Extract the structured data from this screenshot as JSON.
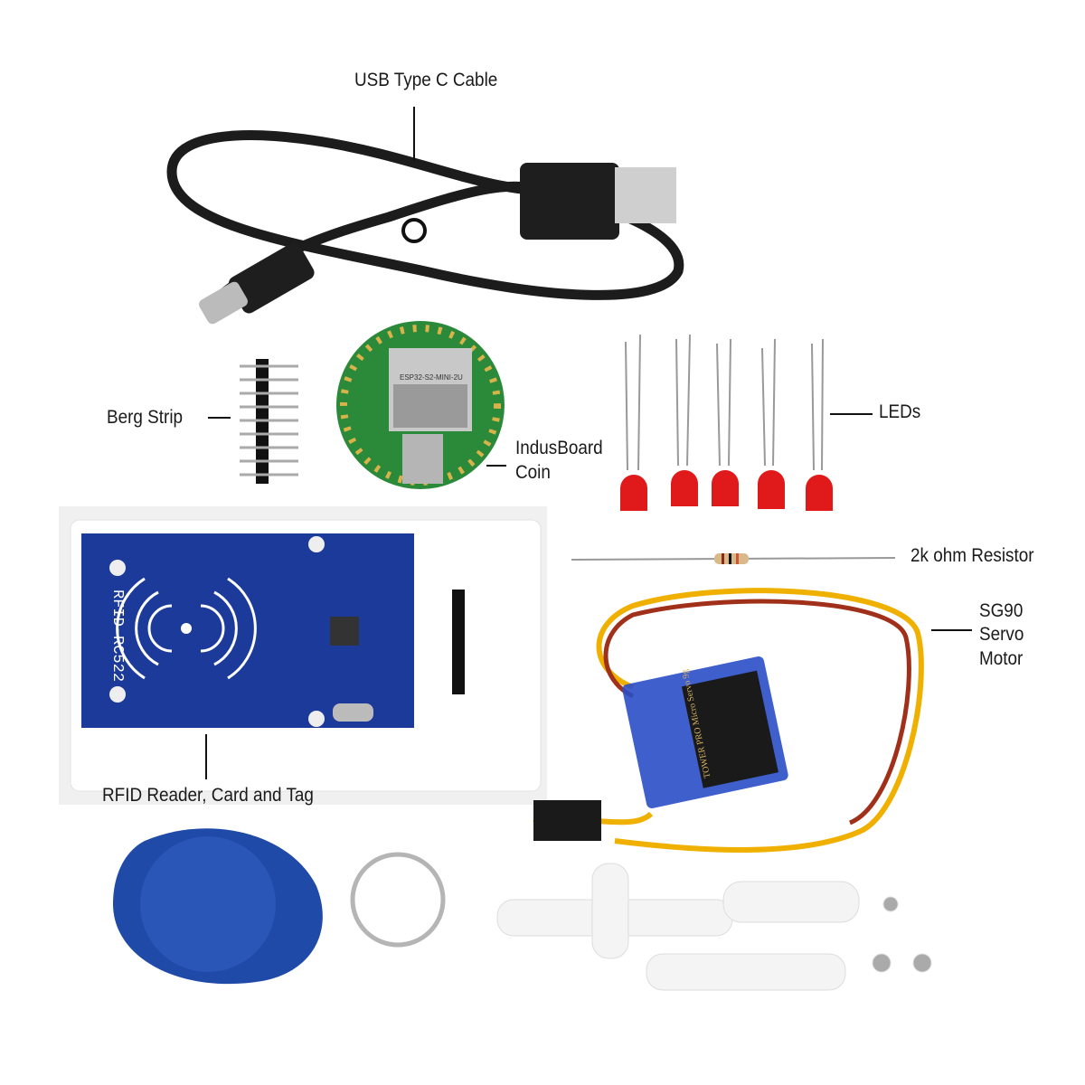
{
  "labels": {
    "usb_cable": "USB Type C Cable",
    "berg_strip": "Berg Strip",
    "indusboard_line1": "IndusBoard",
    "indusboard_line2": "Coin",
    "leds": "LEDs",
    "resistor": "2k ohm Resistor",
    "servo_line1": "SG90",
    "servo_line2": "Servo",
    "servo_line3": "Motor",
    "rfid": "RFID Reader, Card and Tag"
  },
  "markings": {
    "rfid_board": "RFID-RC522",
    "chip": "ESP32-S2-MINI-2U",
    "servo": "TOWER PRO Micro Servo 9g"
  },
  "colors": {
    "cable": "#1c1c1c",
    "pcb_green": "#2a8a3a",
    "rfid_blue": "#1c3a9a",
    "led_red": "#e01a1a",
    "servo_blue": "#2a4ec8",
    "fob_blue": "#1f4aa8"
  }
}
